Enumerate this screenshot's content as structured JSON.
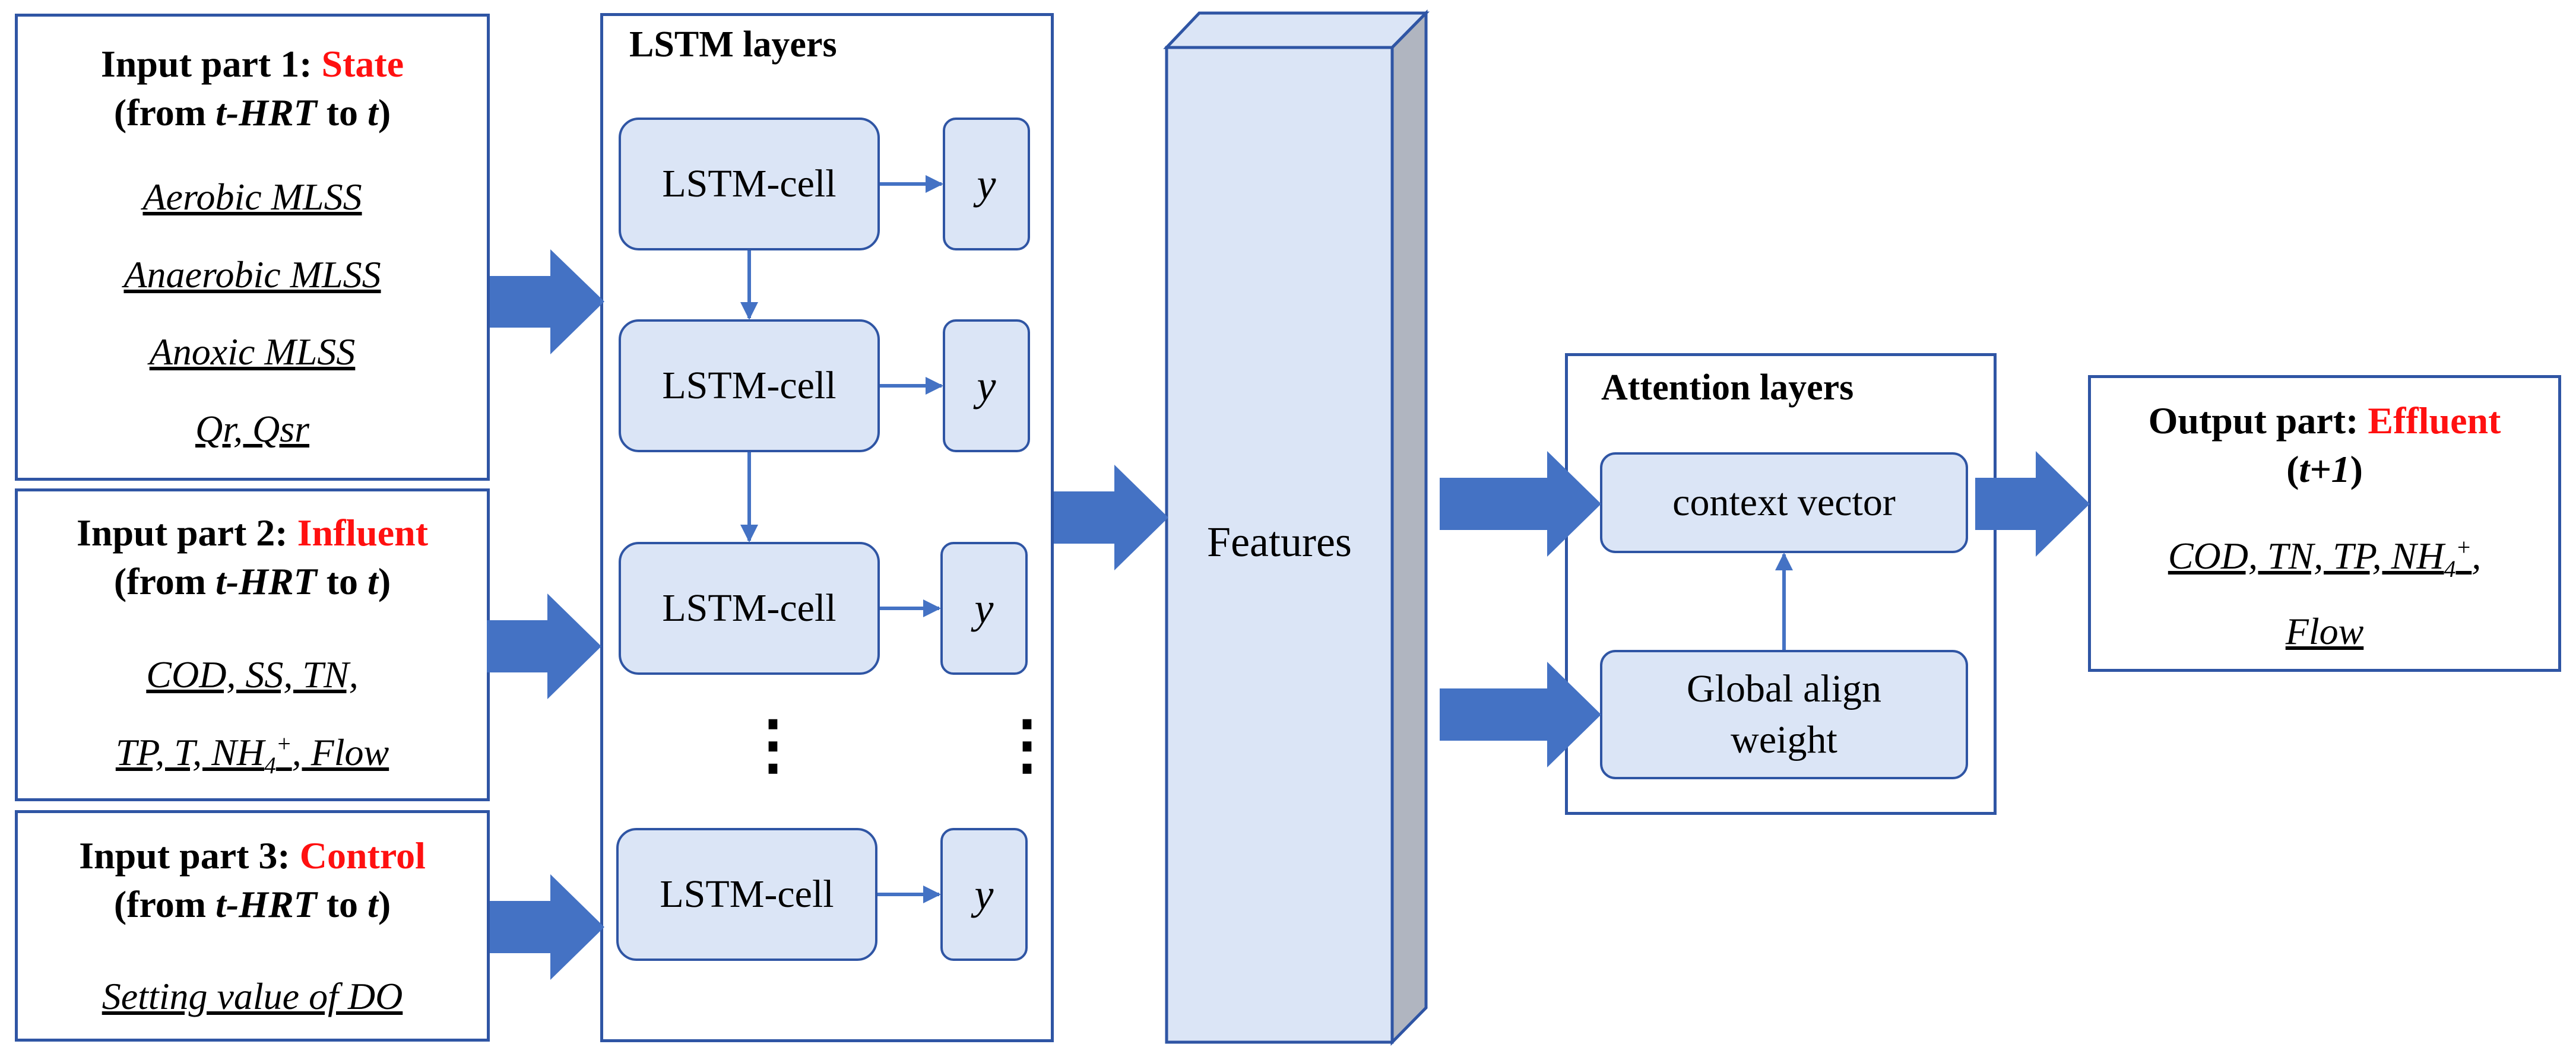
{
  "inputs": [
    {
      "title_prefix": "Input part 1: ",
      "title_highlight": "State",
      "subtitle_pre": "(from ",
      "subtitle_var": "t-HRT",
      "subtitle_mid": " to ",
      "subtitle_end_var": "t",
      "subtitle_post": ")",
      "variables": [
        "Aerobic MLSS",
        "Anaerobic MLSS",
        "Anoxic MLSS",
        "Qr, Qsr"
      ]
    },
    {
      "title_prefix": "Input part 2: ",
      "title_highlight": "Influent",
      "subtitle_pre": "(from ",
      "subtitle_var": "t-HRT",
      "subtitle_mid": " to ",
      "subtitle_end_var": "t",
      "subtitle_post": ")",
      "variables": [
        "COD, SS, TN,"
      ],
      "var_line2_pre": "TP, T, NH",
      "var_line2_sub": "4",
      "var_line2_sup": "+",
      "var_line2_post": ", Flow"
    },
    {
      "title_prefix": "Input part 3: ",
      "title_highlight": "Control",
      "subtitle_pre": "(from ",
      "subtitle_var": "t-HRT",
      "subtitle_mid": " to ",
      "subtitle_end_var": "t",
      "subtitle_post": ")",
      "variables": [
        "Setting value of DO"
      ]
    }
  ],
  "lstm": {
    "title": "LSTM layers",
    "cell_label": "LSTM-cell",
    "output_label": "y",
    "ellipsis": "⋮"
  },
  "features": {
    "label": "Features"
  },
  "attention": {
    "title": "Attention layers",
    "context_vector": "context vector",
    "align_line1": "Global align",
    "align_line2": "weight"
  },
  "output": {
    "title_prefix": "Output part: ",
    "title_highlight": "Effluent",
    "subtitle_pre": "(",
    "subtitle_var": "t+1",
    "subtitle_post": ")",
    "line1_pre": "COD, TN, TP, NH",
    "line1_sub": "4",
    "line1_sup": "+",
    "line1_post": ",",
    "line2": "Flow"
  },
  "colors": {
    "border": "#2f55a4",
    "fill": "#dbe5f6",
    "arrow": "#4472c4",
    "highlight": "#ff1010"
  }
}
